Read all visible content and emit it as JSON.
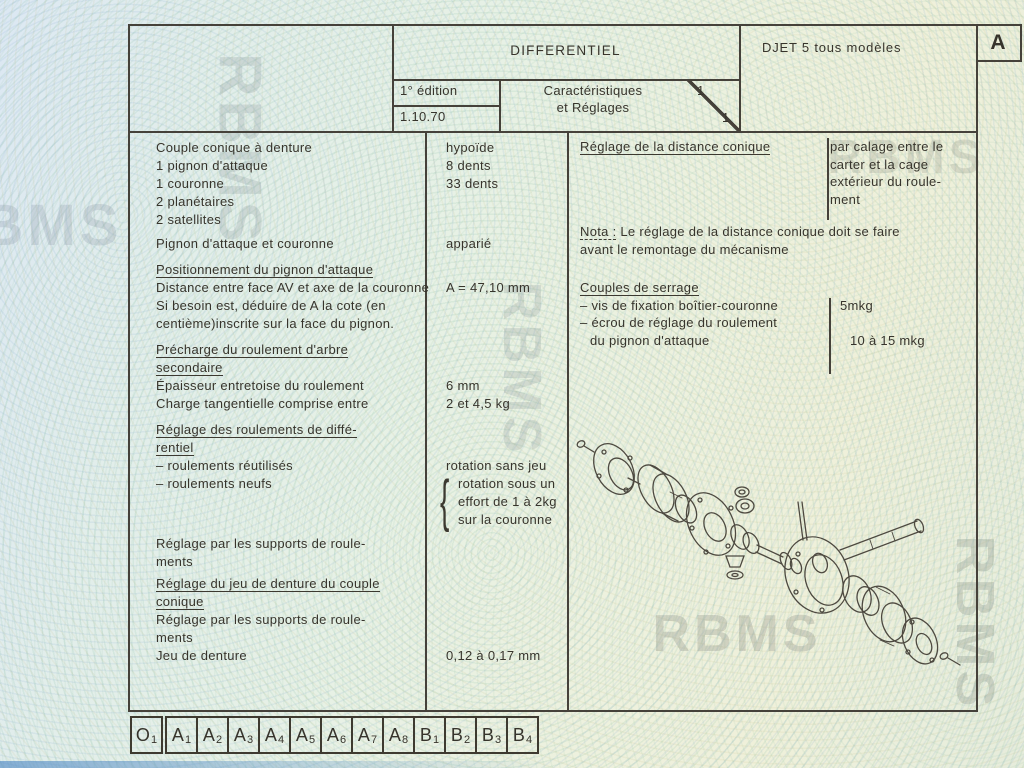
{
  "watermark": {
    "text": "RBMS"
  },
  "corner": {
    "label": "A"
  },
  "header": {
    "title": "DIFFERENTIEL",
    "edition": "1° édition",
    "date": "1.10.70",
    "subtitle1": "Caractéristiques",
    "subtitle2": "et Réglages",
    "page_num": "1",
    "page_total": "1",
    "model": "DJET 5  tous modèles"
  },
  "left": {
    "rows": [
      {
        "label": "Couple conique à denture",
        "value": "hypoïde"
      },
      {
        "label": "1 pignon d'attaque",
        "value": "8 dents"
      },
      {
        "label": "1 couronne",
        "value": "33 dents"
      },
      {
        "label": "2 planétaires",
        "value": ""
      },
      {
        "label": "2 satellites",
        "value": ""
      },
      {
        "label": "Pignon d'attaque et couronne",
        "value": "apparié"
      }
    ],
    "h_positionnement": "Positionnement du pignon d'attaque",
    "distance_label": "Distance entre face AV et axe de la couronne",
    "distance_value": "A = 47,10 mm",
    "note_deduire": "Si besoin est, déduire de A la cote (en centième)inscrite sur la face du pignon.",
    "h_precharge1": "Précharge du roulement d'arbre",
    "h_precharge2": "secondaire",
    "epaisseur_label": "Épaisseur entretoise du roulement",
    "epaisseur_value": "6 mm",
    "charge_label": "Charge tangentielle comprise entre",
    "charge_value": "2 et 4,5 kg",
    "h_reglage_roul1": "Réglage des roulements de diffé-",
    "h_reglage_roul2": "rentiel",
    "reutilises_label": "– roulements réutilisés",
    "reutilises_value": "rotation sans jeu",
    "neufs_label": "– roulements neufs",
    "neufs_brace": "{",
    "neufs_value1": "rotation sous un",
    "neufs_value2": "effort de 1 à 2kg",
    "neufs_value3": "sur la couronne",
    "supports1a": "Réglage par les supports de roule-",
    "supports1b": "ments",
    "h_jeu1": "Réglage du jeu de denture du couple",
    "h_jeu2": "conique",
    "supports2a": "Réglage par les supports de roule-",
    "supports2b": "ments",
    "jeu_label": "Jeu de denture",
    "jeu_value": "0,12 à 0,17 mm"
  },
  "right": {
    "h_distance": "Réglage de la distance conique",
    "distance_value1": "par calage entre le",
    "distance_value2": "carter et la cage",
    "distance_value3": "extérieur du roule-",
    "distance_value4": "ment",
    "nota_label": "Nota :",
    "nota_text1": " Le réglage de la distance conique doit se faire",
    "nota_text2": "avant le remontage du mécanisme",
    "h_couples": "Couples de serrage",
    "vis_label": "– vis de fixation boîtier-couronne",
    "vis_value": "5mkg",
    "ecrou_label1": "– écrou de réglage du roulement",
    "ecrou_label2": "du pignon d'attaque",
    "ecrou_value": "10 à 15 mkg"
  },
  "tabs": [
    {
      "letter": "O",
      "sub": "1"
    },
    {
      "letter": "A",
      "sub": "1"
    },
    {
      "letter": "A",
      "sub": "2"
    },
    {
      "letter": "A",
      "sub": "3"
    },
    {
      "letter": "A",
      "sub": "4"
    },
    {
      "letter": "A",
      "sub": "5"
    },
    {
      "letter": "A",
      "sub": "6"
    },
    {
      "letter": "A",
      "sub": "7"
    },
    {
      "letter": "A",
      "sub": "8"
    },
    {
      "letter": "B",
      "sub": "1"
    },
    {
      "letter": "B",
      "sub": "2"
    },
    {
      "letter": "B",
      "sub": "3"
    },
    {
      "letter": "B",
      "sub": "4"
    }
  ]
}
